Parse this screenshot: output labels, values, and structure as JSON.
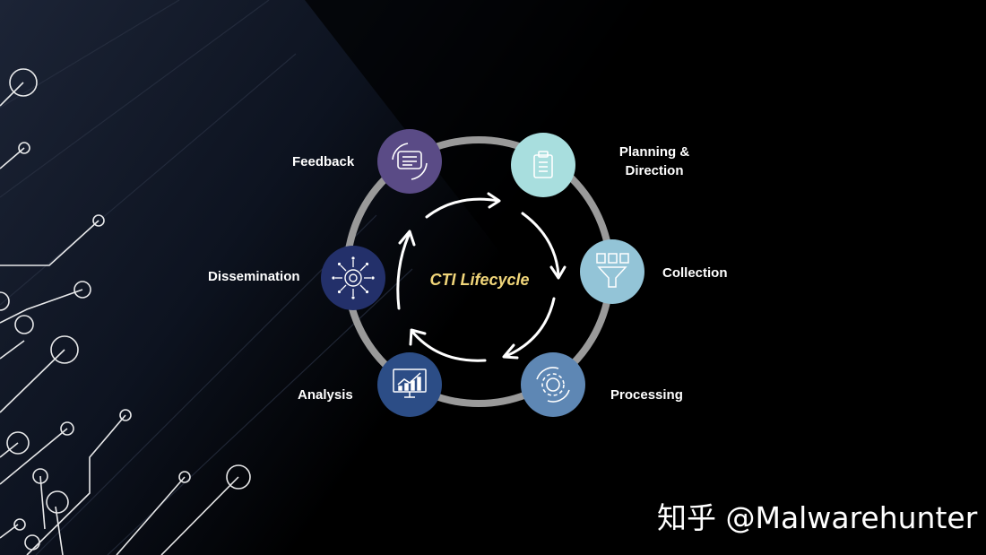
{
  "diagram": {
    "title": "CTI Lifecycle",
    "stages": [
      {
        "id": "planning",
        "label": "Planning &\nDirection",
        "color": "#a8dede",
        "icon": "clipboard-icon"
      },
      {
        "id": "collection",
        "label": "Collection",
        "color": "#93c4d7",
        "icon": "funnel-icon"
      },
      {
        "id": "processing",
        "label": "Processing",
        "color": "#5e87b4",
        "icon": "gear-cycle-icon"
      },
      {
        "id": "analysis",
        "label": "Analysis",
        "color": "#2c4d86",
        "icon": "chart-monitor-icon"
      },
      {
        "id": "dissemination",
        "label": "Dissemination",
        "color": "#23306a",
        "icon": "broadcast-icon"
      },
      {
        "id": "feedback",
        "label": "Feedback",
        "color": "#5a4b86",
        "icon": "chat-icon"
      }
    ],
    "ring_color": "#9a9a9a",
    "title_color": "#f1d67a"
  },
  "watermark": "知乎 @Malwarehunter"
}
